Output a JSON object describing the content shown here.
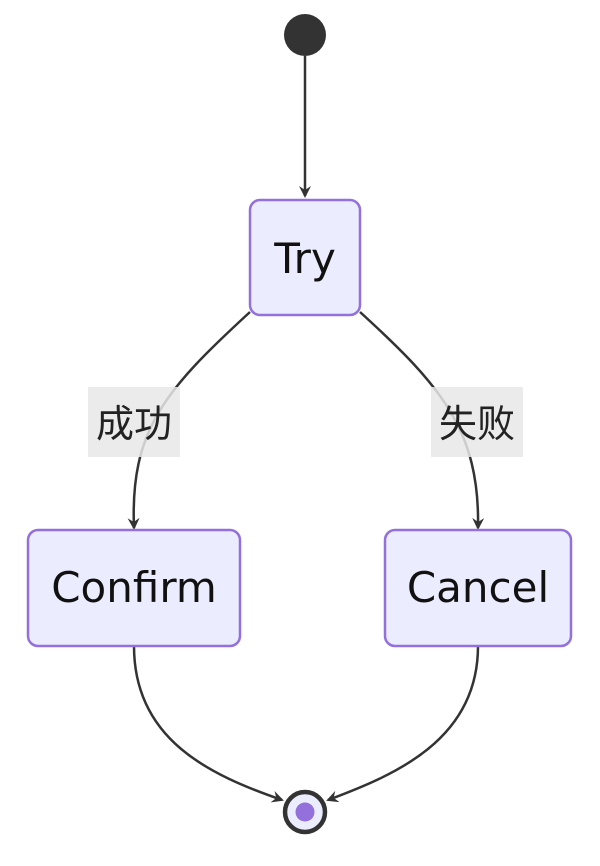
{
  "diagram": {
    "type": "state-diagram",
    "states": {
      "try": "Try",
      "confirm": "Confirm",
      "cancel": "Cancel"
    },
    "transitions": {
      "success": "成功",
      "failure": "失败"
    }
  }
}
